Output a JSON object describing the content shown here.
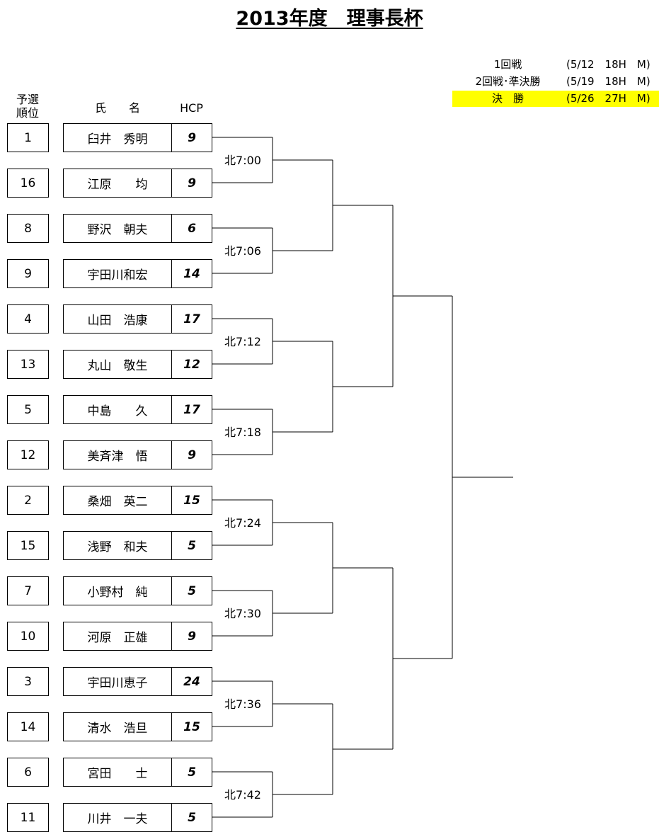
{
  "title": "2013年度　理事長杯",
  "schedule": [
    {
      "round": "1回戦",
      "date": "(5/12　18H　M)"
    },
    {
      "round": "2回戦･準決勝",
      "date": "(5/19　18H　M)"
    },
    {
      "round": "決　勝",
      "date": "(5/26　27H　M)"
    }
  ],
  "headers": {
    "seed": "予選\n順位",
    "name": "氏　　名",
    "hcp": "HCP"
  },
  "players": [
    {
      "seed": "1",
      "name": "臼井　秀明",
      "hcp": "9"
    },
    {
      "seed": "16",
      "name": "江原　　均",
      "hcp": "9"
    },
    {
      "seed": "8",
      "name": "野沢　朝夫",
      "hcp": "6"
    },
    {
      "seed": "9",
      "name": "宇田川和宏",
      "hcp": "14"
    },
    {
      "seed": "4",
      "name": "山田　浩康",
      "hcp": "17"
    },
    {
      "seed": "13",
      "name": "丸山　敬生",
      "hcp": "12"
    },
    {
      "seed": "5",
      "name": "中島　　久",
      "hcp": "17"
    },
    {
      "seed": "12",
      "name": "美斉津　悟",
      "hcp": "9"
    },
    {
      "seed": "2",
      "name": "桑畑　英二",
      "hcp": "15"
    },
    {
      "seed": "15",
      "name": "浅野　和夫",
      "hcp": "5"
    },
    {
      "seed": "7",
      "name": "小野村　純",
      "hcp": "5"
    },
    {
      "seed": "10",
      "name": "河原　正雄",
      "hcp": "9"
    },
    {
      "seed": "3",
      "name": "宇田川恵子",
      "hcp": "24"
    },
    {
      "seed": "14",
      "name": "清水　浩旦",
      "hcp": "15"
    },
    {
      "seed": "6",
      "name": "宮田　　士",
      "hcp": "5"
    },
    {
      "seed": "11",
      "name": "川井　一夫",
      "hcp": "5"
    }
  ],
  "match_times": [
    "北7:00",
    "北7:06",
    "北7:12",
    "北7:18",
    "北7:24",
    "北7:30",
    "北7:36",
    "北7:42"
  ]
}
